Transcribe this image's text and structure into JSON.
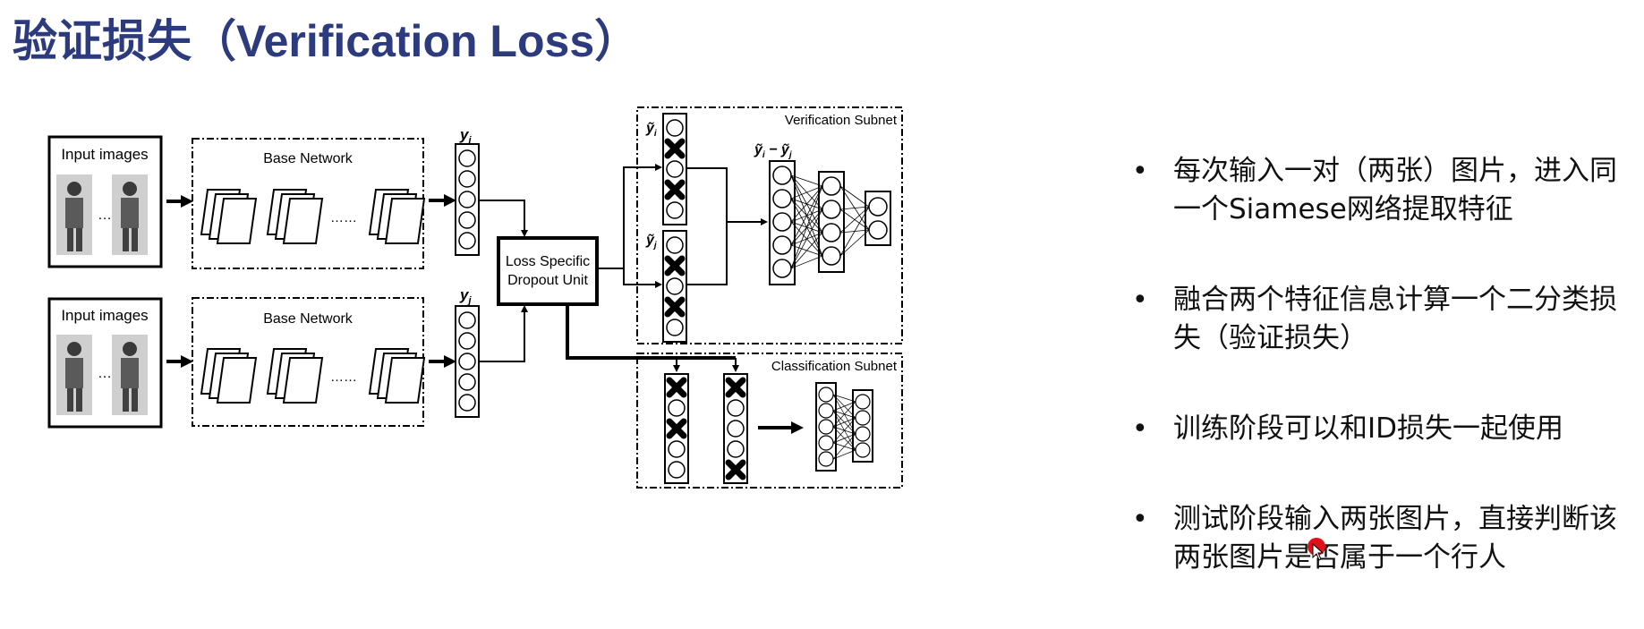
{
  "title": "验证损失（Verification Loss）",
  "diagram": {
    "input_label": "Input images",
    "dots": "…",
    "base_network_label": "Base Network",
    "ellipsis": "……",
    "yi_label": "y",
    "yi_sub": "i",
    "yj_label": "y",
    "yj_sub": "j",
    "yi_hat_label": "ỹ",
    "yj_hat_label": "ỹ",
    "diff_label_a": "ỹ",
    "diff_label_b": " − ỹ",
    "dropout_line1": "Loss Specific",
    "dropout_line2": "Dropout Unit",
    "verification_subnet": "Verification Subnet",
    "classification_subnet": "Classification Subnet"
  },
  "bullets": [
    "每次输入一对（两张）图片，进入同一个Siamese网络提取特征",
    "融合两个特征信息计算一个二分类损失（验证损失）",
    "训练阶段可以和ID损失一起使用",
    "测试阶段输入两张图片，直接判断该两张图片是否属于一个行人"
  ],
  "colors": {
    "title": "#2c3b7e",
    "pointer": "#e0101a"
  },
  "icons": {
    "pointer": "red-laser-pointer-icon",
    "cursor": "mouse-cursor-icon",
    "dropped": "cross-icon"
  }
}
